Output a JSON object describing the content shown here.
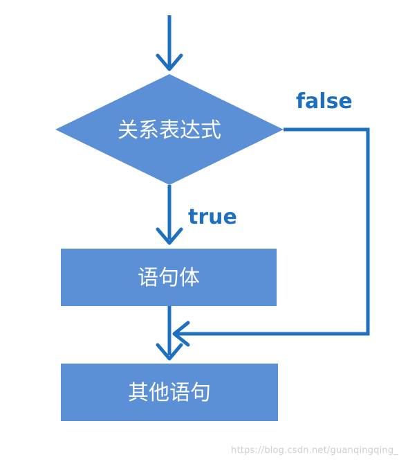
{
  "nodes": {
    "condition": {
      "label": "关系表达式"
    },
    "statement_body": {
      "label": "语句体"
    },
    "other_statements": {
      "label": "其他语句"
    }
  },
  "edges": {
    "true_label": "true",
    "false_label": "false"
  },
  "watermark": "https://blog.csdn.net/guanqingqing_",
  "colors": {
    "node_fill": "#5b8fd6",
    "line": "#1f6fc0",
    "edge_label": "#1f6fc0",
    "node_text": "#ffffff"
  }
}
